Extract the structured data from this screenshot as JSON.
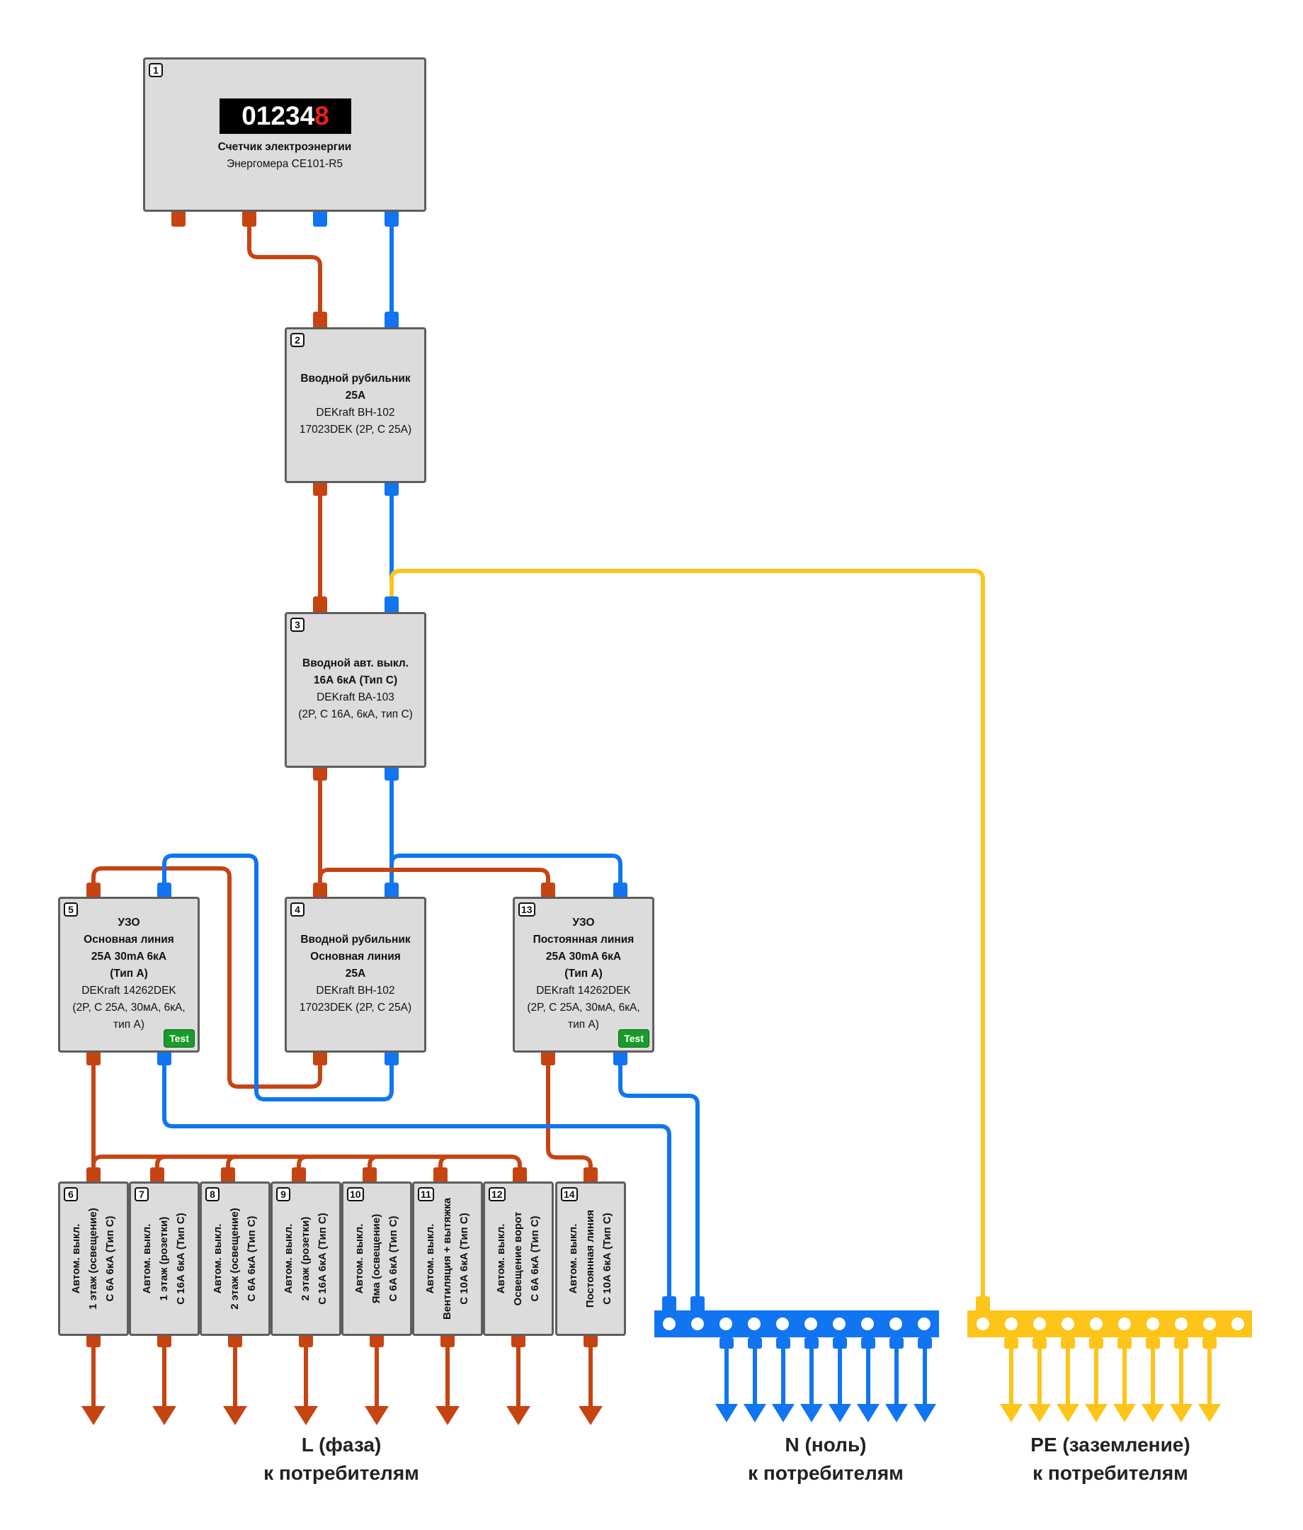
{
  "colors": {
    "phase": "#c64412",
    "neutral": "#1175f1",
    "ground": "#fdc41a",
    "test": "#1a9a2c",
    "digit_last": "#e8201c"
  },
  "meter": {
    "number": "1",
    "display_main": "01234",
    "display_last": "8",
    "title": "Счетчик электроэнергии",
    "model": "Энергомера СЕ101-R5"
  },
  "box2": {
    "number": "2",
    "title1": "Вводной рубильник",
    "title2": "25А",
    "desc1": "DEKraft ВН-102",
    "desc2": "17023DEK (2P,  C 25A)"
  },
  "box3": {
    "number": "3",
    "title1": "Вводной авт. выкл.",
    "title2": "16А 6кА (Тип С)",
    "desc1": "DEKraft ВА-103",
    "desc2": "(2P, C 16A, 6кА, тип С)"
  },
  "box4": {
    "number": "4",
    "title1": "Вводной рубильник",
    "title2": "Основная линия",
    "title3": "25А",
    "desc1": "DEKraft ВН-102",
    "desc2": "17023DEK (2P,  C 25A)"
  },
  "box5": {
    "number": "5",
    "title1": "УЗО",
    "title2": "Основная линия",
    "title3": "25А 30mA 6кА",
    "title4": "(Тип А)",
    "desc1": "DEKraft 14262DEK",
    "desc2": "(2P, C 25A, 30мА, 6кА,",
    "desc3": "тип А)",
    "test": "Test"
  },
  "box13": {
    "number": "13",
    "title1": "УЗО",
    "title2": "Постоянная линия",
    "title3": "25А 30mA 6кА",
    "title4": "(Тип А)",
    "desc1": "DEKraft 14262DEK",
    "desc2": "(2P, C 25A, 30мА, 6кА,",
    "desc3": "тип А)",
    "test": "Test"
  },
  "breakers": [
    {
      "number": "6",
      "line1": "Автом. выкл.",
      "line2": "1 этаж (освещение)",
      "line3": "С 6А 6кА (Тип С)"
    },
    {
      "number": "7",
      "line1": "Автом. выкл.",
      "line2": "1 этаж (розетки)",
      "line3": "С 16А 6кА (Тип С)"
    },
    {
      "number": "8",
      "line1": "Автом. выкл.",
      "line2": "2 этаж (освещение)",
      "line3": "С 6А 6кА (Тип С)"
    },
    {
      "number": "9",
      "line1": "Автом. выкл.",
      "line2": "2 этаж (розетки)",
      "line3": "С 16А 6кА (Тип С)"
    },
    {
      "number": "10",
      "line1": "Автом. выкл.",
      "line2": "Яма (освещение)",
      "line3": "С 6А 6кА (Тип С)"
    },
    {
      "number": "11",
      "line1": "Автом. выкл.",
      "line2": "Вентиляция + вытяжка",
      "line3": "С 10А 6кА (Тип С)"
    },
    {
      "number": "12",
      "line1": "Автом. выкл.",
      "line2": "Освещение ворот",
      "line3": "С 6А 6кА (Тип С)"
    },
    {
      "number": "14",
      "line1": "Автом. выкл.",
      "line2": "Постоянная линия",
      "line3": "С 10А 6кА (Тип С)"
    }
  ],
  "labels": {
    "phase_1": "L (фаза)",
    "phase_2": "к потребителям",
    "neutral_1": "N (ноль)",
    "neutral_2": "к потребителям",
    "ground_1": "PE (заземление)",
    "ground_2": "к потребителям"
  }
}
